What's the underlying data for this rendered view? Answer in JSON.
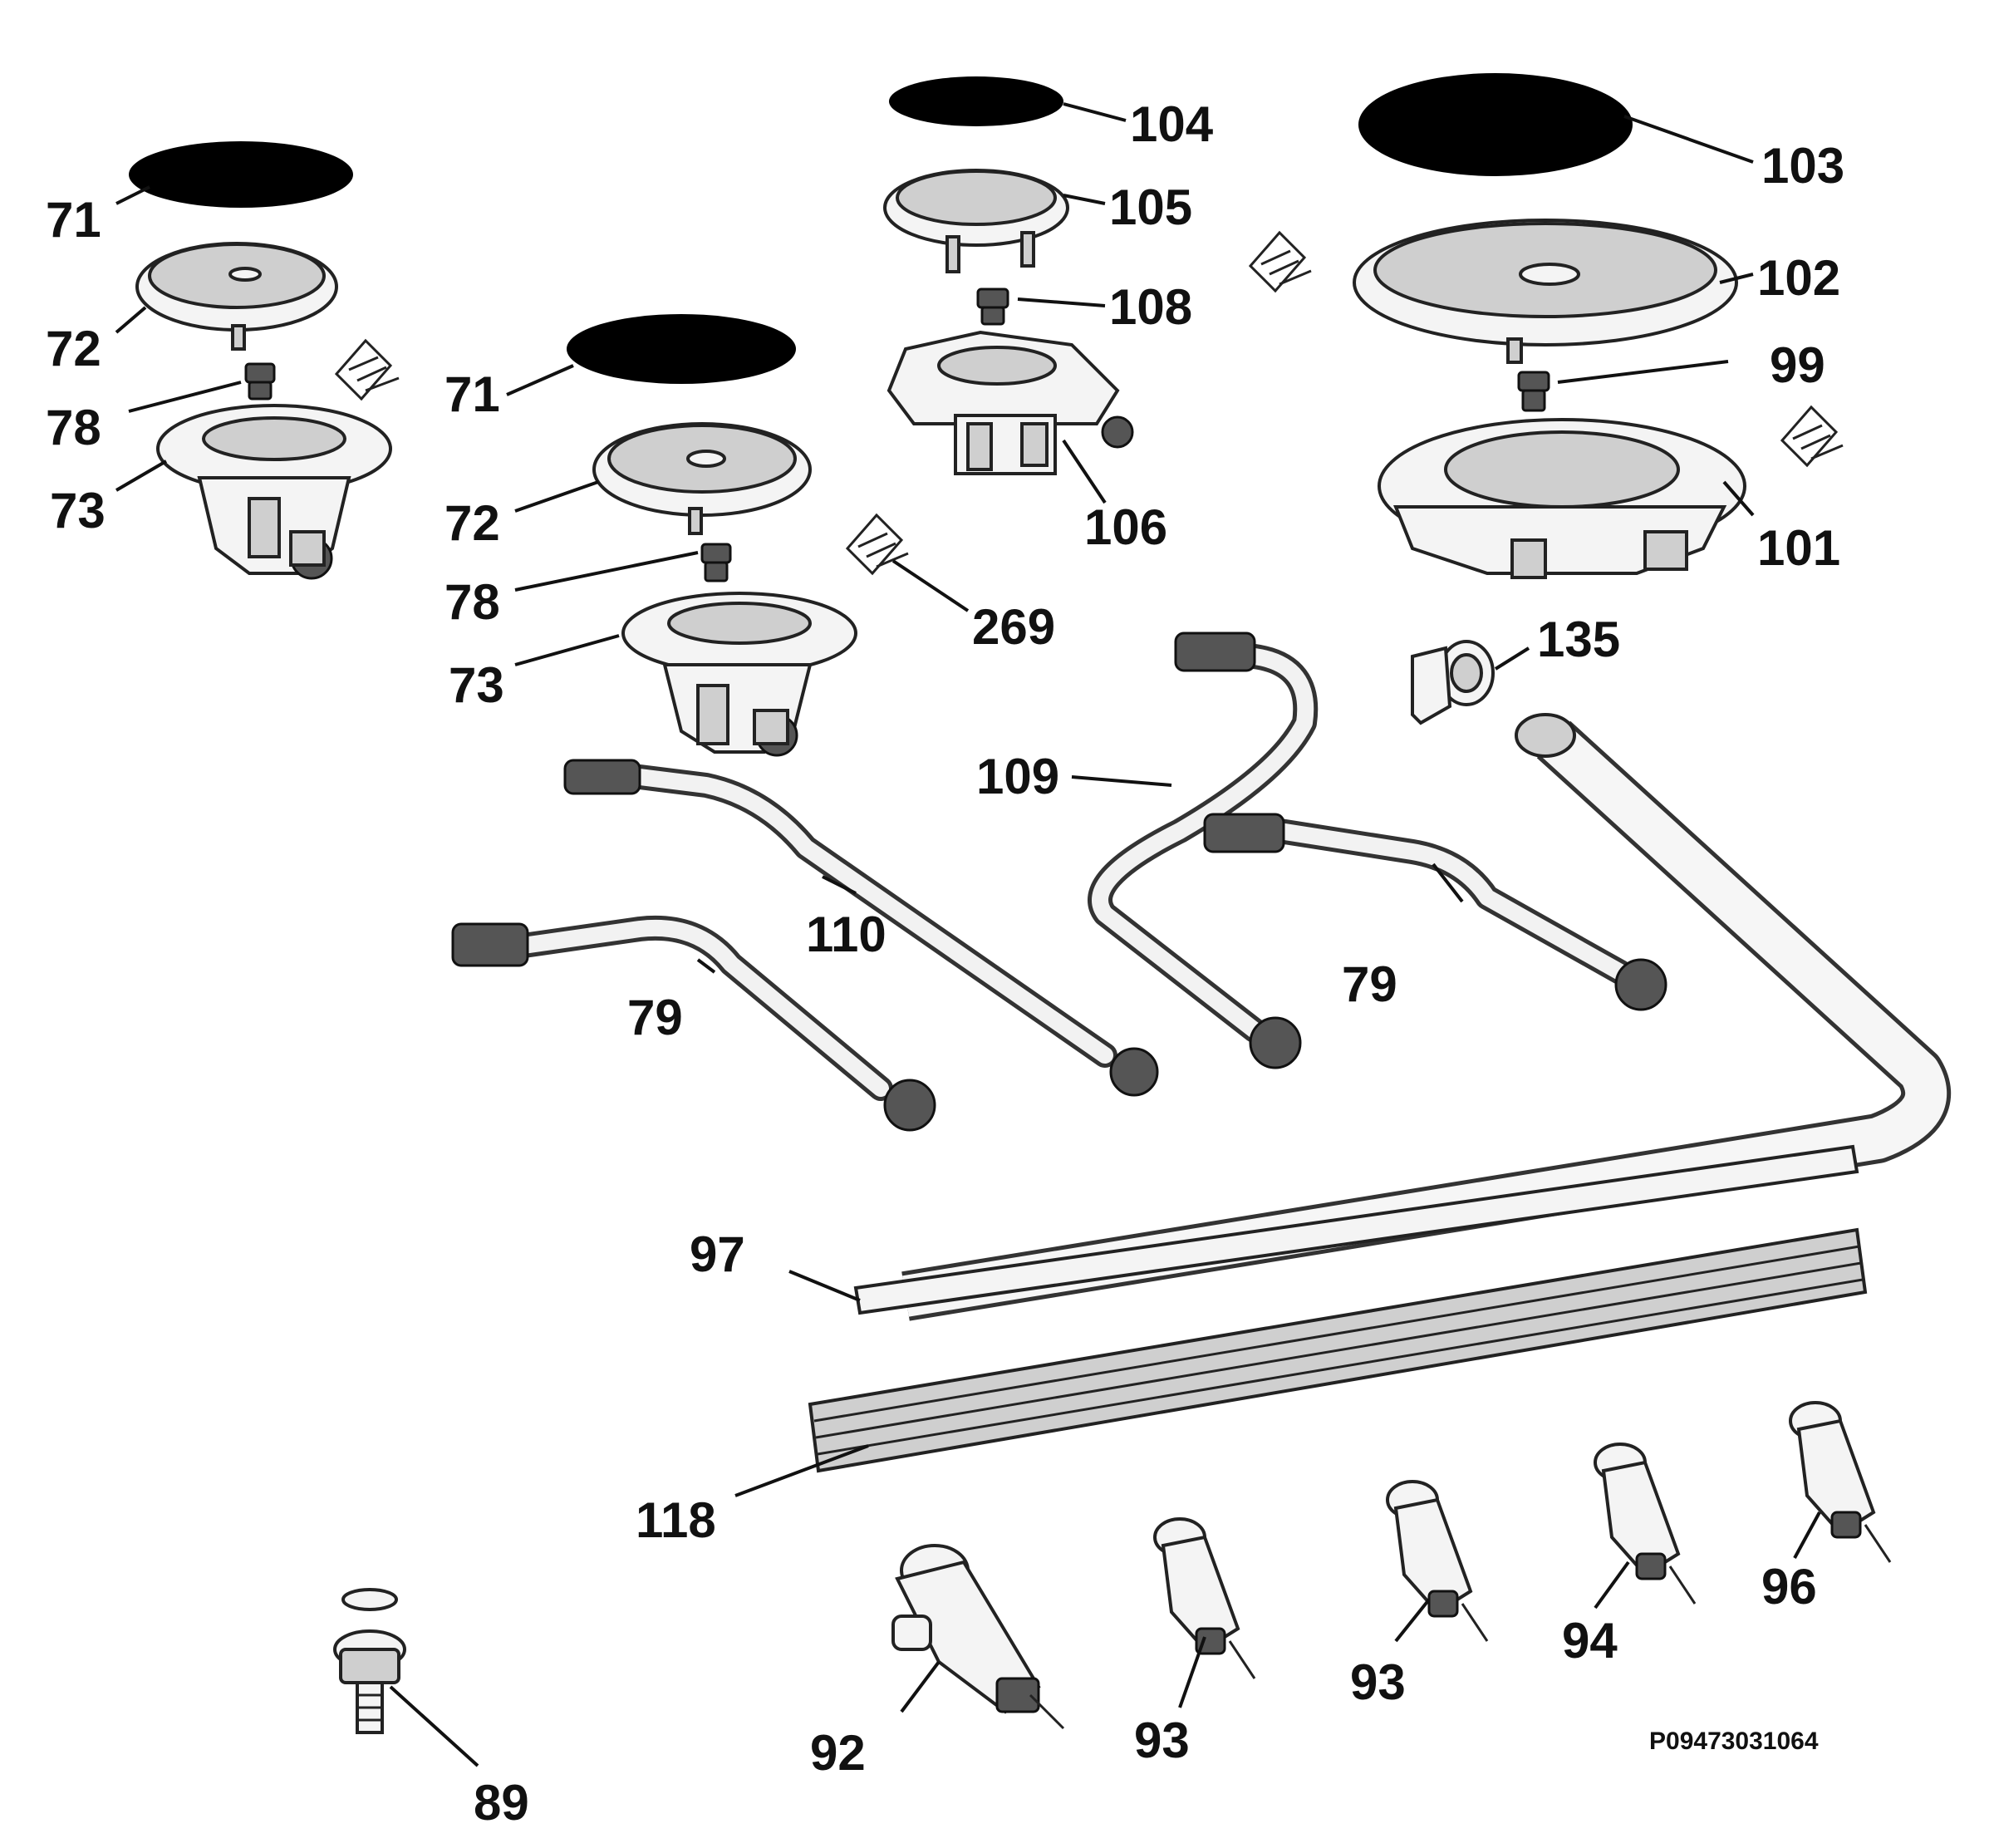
{
  "labels": {
    "l71a": "71",
    "l72a": "72",
    "l78a": "78",
    "l73a": "73",
    "l71b": "71",
    "l72b": "72",
    "l78b": "78",
    "l73b": "73",
    "l104": "104",
    "l105": "105",
    "l108": "108",
    "l106": "106",
    "l103": "103",
    "l102": "102",
    "l99": "99",
    "l101": "101",
    "l269": "269",
    "l135": "135",
    "l109": "109",
    "l110": "110",
    "l79a": "79",
    "l79b": "79",
    "l97": "97",
    "l118": "118",
    "l89": "89",
    "l92": "92",
    "l93a": "93",
    "l93b": "93",
    "l94": "94",
    "l96": "96"
  },
  "drawing_code": "P09473031064"
}
